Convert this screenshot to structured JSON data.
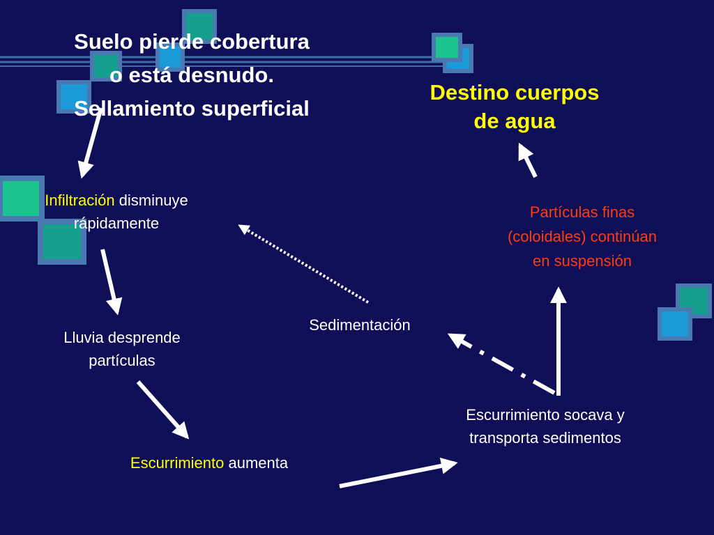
{
  "title": {
    "line1": "Suelo pierde cobertura",
    "line2": "o está desnudo.",
    "line3": "Sellamiento superficial"
  },
  "destination": {
    "line1": "Destino cuerpos",
    "line2": "de agua"
  },
  "nodes": {
    "infiltration": {
      "highlight": "Infiltración",
      "rest": " disminuye",
      "line2": "rápidamente"
    },
    "rain": {
      "line1": "Lluvia desprende",
      "line2": "partículas"
    },
    "runoff_increase": {
      "highlight": "Escurrimiento",
      "rest": " aumenta"
    },
    "runoff_transport": {
      "line1": "Escurrimiento socava y",
      "line2": "transporta sedimentos"
    },
    "fine_particles": {
      "line1": "Partículas finas",
      "line2": "(coloidales) continúan",
      "line3": "en suspensión"
    },
    "sedimentation": {
      "label": "Sedimentación"
    }
  },
  "colors": {
    "background": "#0e0f57",
    "title_text": "#ffffff",
    "destination_text": "#ffff00",
    "keyword_highlight": "#ffff00",
    "fine_particles_text": "#ff3b10",
    "arrows": "#ffffff",
    "square_teal": "#14a08c",
    "square_blue": "#1a9ad6",
    "square_green": "#1dc38e",
    "square_border": "#4a78b0"
  }
}
